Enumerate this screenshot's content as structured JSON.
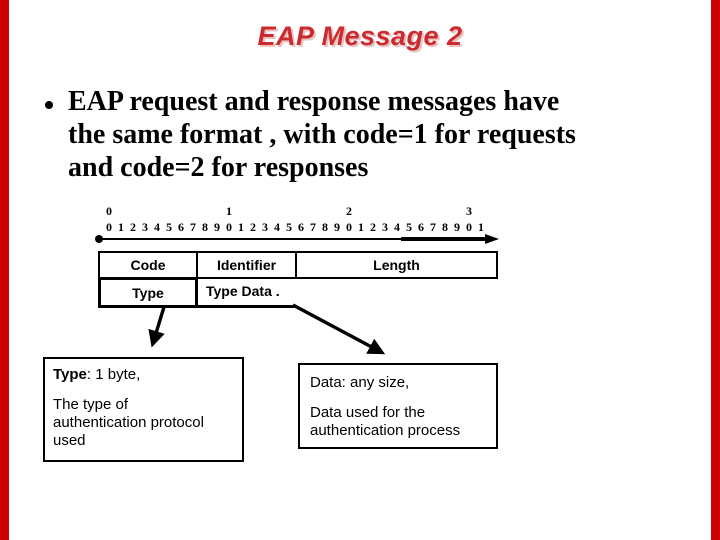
{
  "slide": {
    "title": "EAP Message 2"
  },
  "bullet": {
    "line1": "EAP request and response messages have",
    "line2": "the same format , with code=1 for requests",
    "line3": "and code=2 for responses"
  },
  "ruler": {
    "tens": [
      "0",
      "1",
      "2",
      "3"
    ],
    "digits": [
      "0",
      "1",
      "2",
      "3",
      "4",
      "5",
      "6",
      "7",
      "8",
      "9",
      "0",
      "1",
      "2",
      "3",
      "4",
      "5",
      "6",
      "7",
      "8",
      "9",
      "0",
      "1",
      "2",
      "3",
      "4",
      "5",
      "6",
      "7",
      "8",
      "9",
      "0",
      "1"
    ]
  },
  "packet_table": {
    "code": "Code",
    "identifier": "Identifier",
    "length": "Length",
    "type": "Type",
    "type_data": "Type Data ."
  },
  "type_note": {
    "heading_label": "Type",
    "heading_rest": ": 1 byte,",
    "body_lines": [
      "The type of",
      "authentication protocol",
      "used"
    ]
  },
  "data_note": {
    "heading": "Data: any size,",
    "body_lines": [
      "Data used for the",
      "authentication process"
    ]
  },
  "colors": {
    "title": "#cc2a2e",
    "titleShadow": "#e9c2c2",
    "bar": "#cc0000",
    "ink": "#000000",
    "paper": "#ffffff"
  }
}
